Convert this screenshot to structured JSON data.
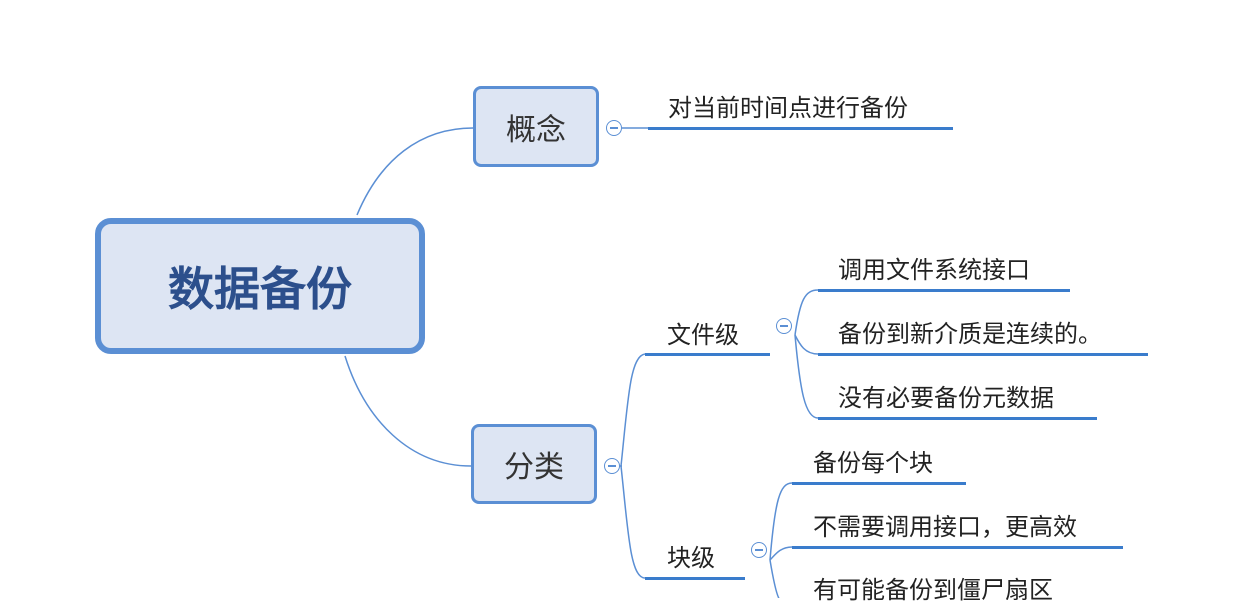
{
  "root": {
    "label": "数据备份"
  },
  "branches": {
    "concept": {
      "label": "概念",
      "children": [
        "对当前时间点进行备份"
      ]
    },
    "classification": {
      "label": "分类",
      "file_level": {
        "label": "文件级",
        "children": [
          "调用文件系统接口",
          "备份到新介质是连续的。",
          "没有必要备份元数据"
        ]
      },
      "block_level": {
        "label": "块级",
        "children": [
          "备份每个块",
          "不需要调用接口，更高效",
          "有可能备份到僵尸扇区"
        ]
      }
    }
  },
  "colors": {
    "accent": "#5b8fd4",
    "node_fill": "#dde5f3",
    "root_text": "#2c4f8c",
    "underline": "#3a7ccc"
  }
}
